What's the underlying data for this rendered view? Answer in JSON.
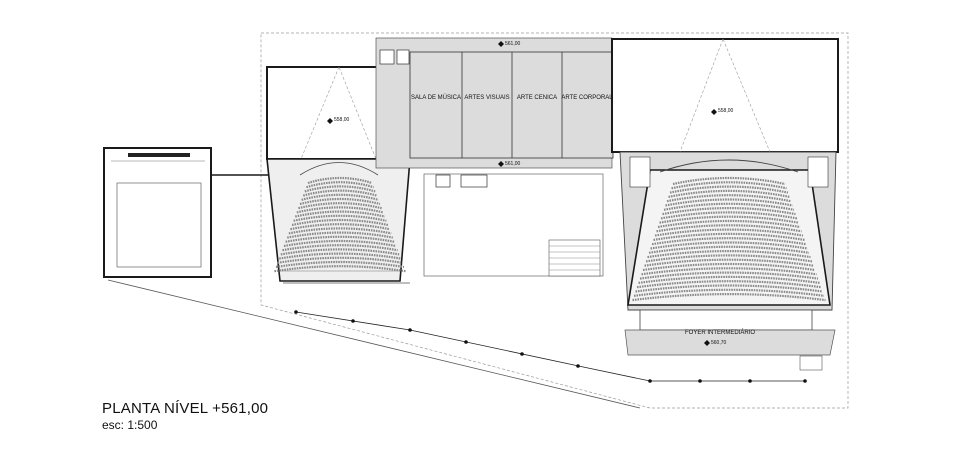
{
  "title": "PLANTA NÍVEL +561,00",
  "scale": "esc: 1:500",
  "rooms": [
    "SALA DE MÚSICA",
    "ARTES VISUAIS",
    "ARTE CENICA",
    "ARTE CORPORAL"
  ],
  "levels": {
    "top_corridor": "561,00",
    "bottom_corridor": "561,00",
    "small_hall_stage": "558,00",
    "main_hall_stage": "558,00",
    "foyer": "560,70"
  },
  "foyer_label": "FOYER INTERMEDIÁRIO",
  "colors": {
    "line": "#1a1a1a",
    "thin_line": "#666666",
    "fill_gray": "#dcdcdc",
    "dashed": "#9a9a9a",
    "background": "#ffffff"
  }
}
